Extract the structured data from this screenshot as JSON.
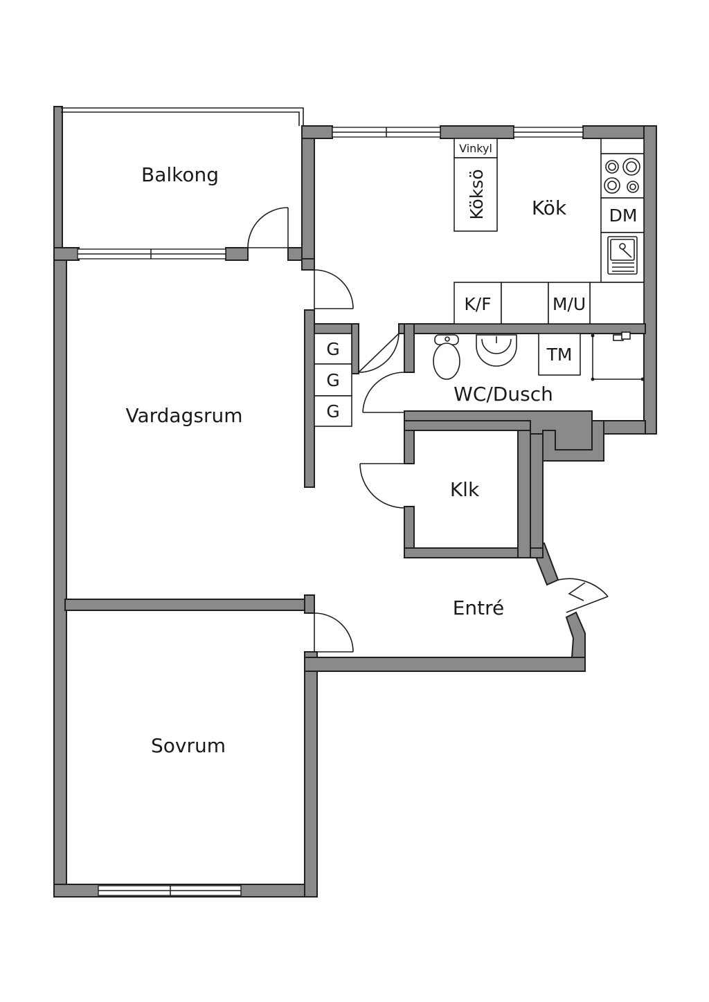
{
  "rooms": {
    "balkong": "Balkong",
    "kok": "Kök",
    "vardagsrum": "Vardagsrum",
    "wc_dusch": "WC/Dusch",
    "klk": "Klk",
    "entre": "Entré",
    "sovrum": "Sovrum"
  },
  "fixtures": {
    "vinkyl": "Vinkyl",
    "kokso": "Köksö",
    "dm": "DM",
    "kf": "K/F",
    "mu": "M/U",
    "tm": "TM",
    "g1": "G",
    "g2": "G",
    "g3": "G"
  },
  "colors": {
    "wall": "#8a8a8a",
    "line": "#1f1f1f",
    "background": "#ffffff"
  }
}
